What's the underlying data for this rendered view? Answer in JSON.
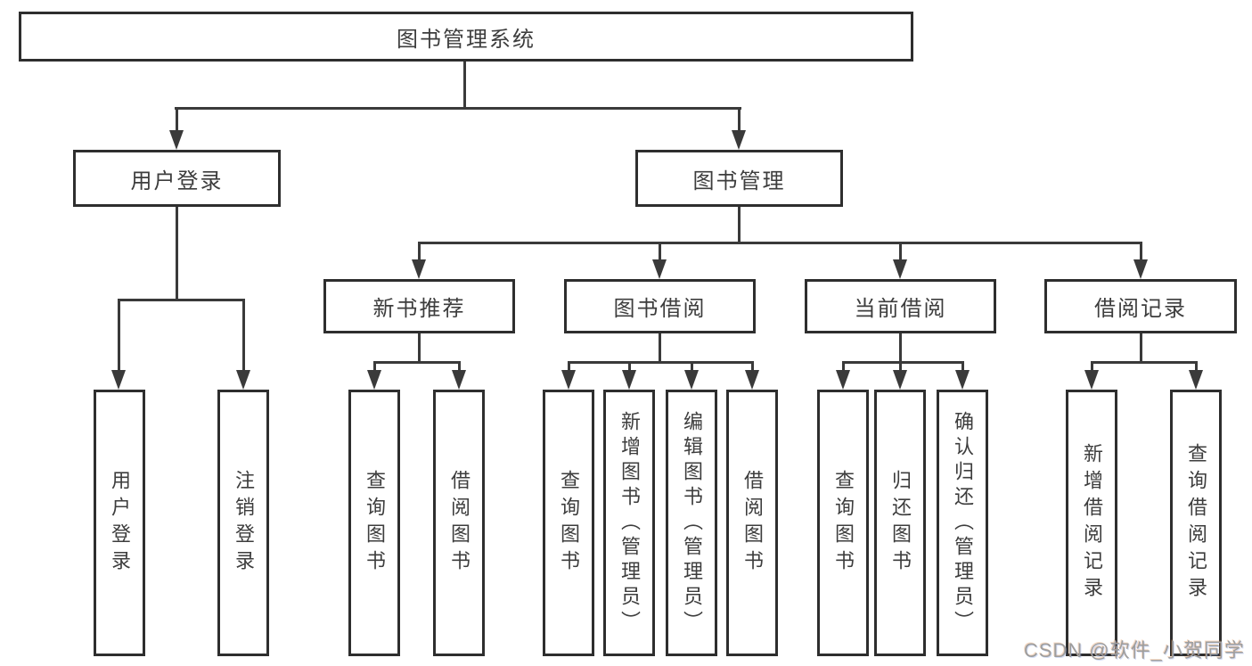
{
  "diagram": {
    "root": {
      "label": "图书管理系统"
    },
    "level2": [
      {
        "label": "用户登录"
      },
      {
        "label": "图书管理"
      }
    ],
    "level3": [
      {
        "label": "新书推荐"
      },
      {
        "label": "图书借阅"
      },
      {
        "label": "当前借阅"
      },
      {
        "label": "借阅记录"
      }
    ],
    "leaves": [
      "用户登录",
      "注销登录",
      "查询图书",
      "借阅图书",
      "查询图书",
      "新增图书（管理员）",
      "编辑图书（管理员）",
      "借阅图书",
      "查询图书",
      "归还图书",
      "确认归还（管理员）",
      "新增借阅记录",
      "查询借阅记录"
    ],
    "line_color": "#3a3a3a",
    "border_color": "#2e2e2e",
    "text_color": "#3d3d3d"
  },
  "watermark": "CSDN @软件_小贺同学"
}
